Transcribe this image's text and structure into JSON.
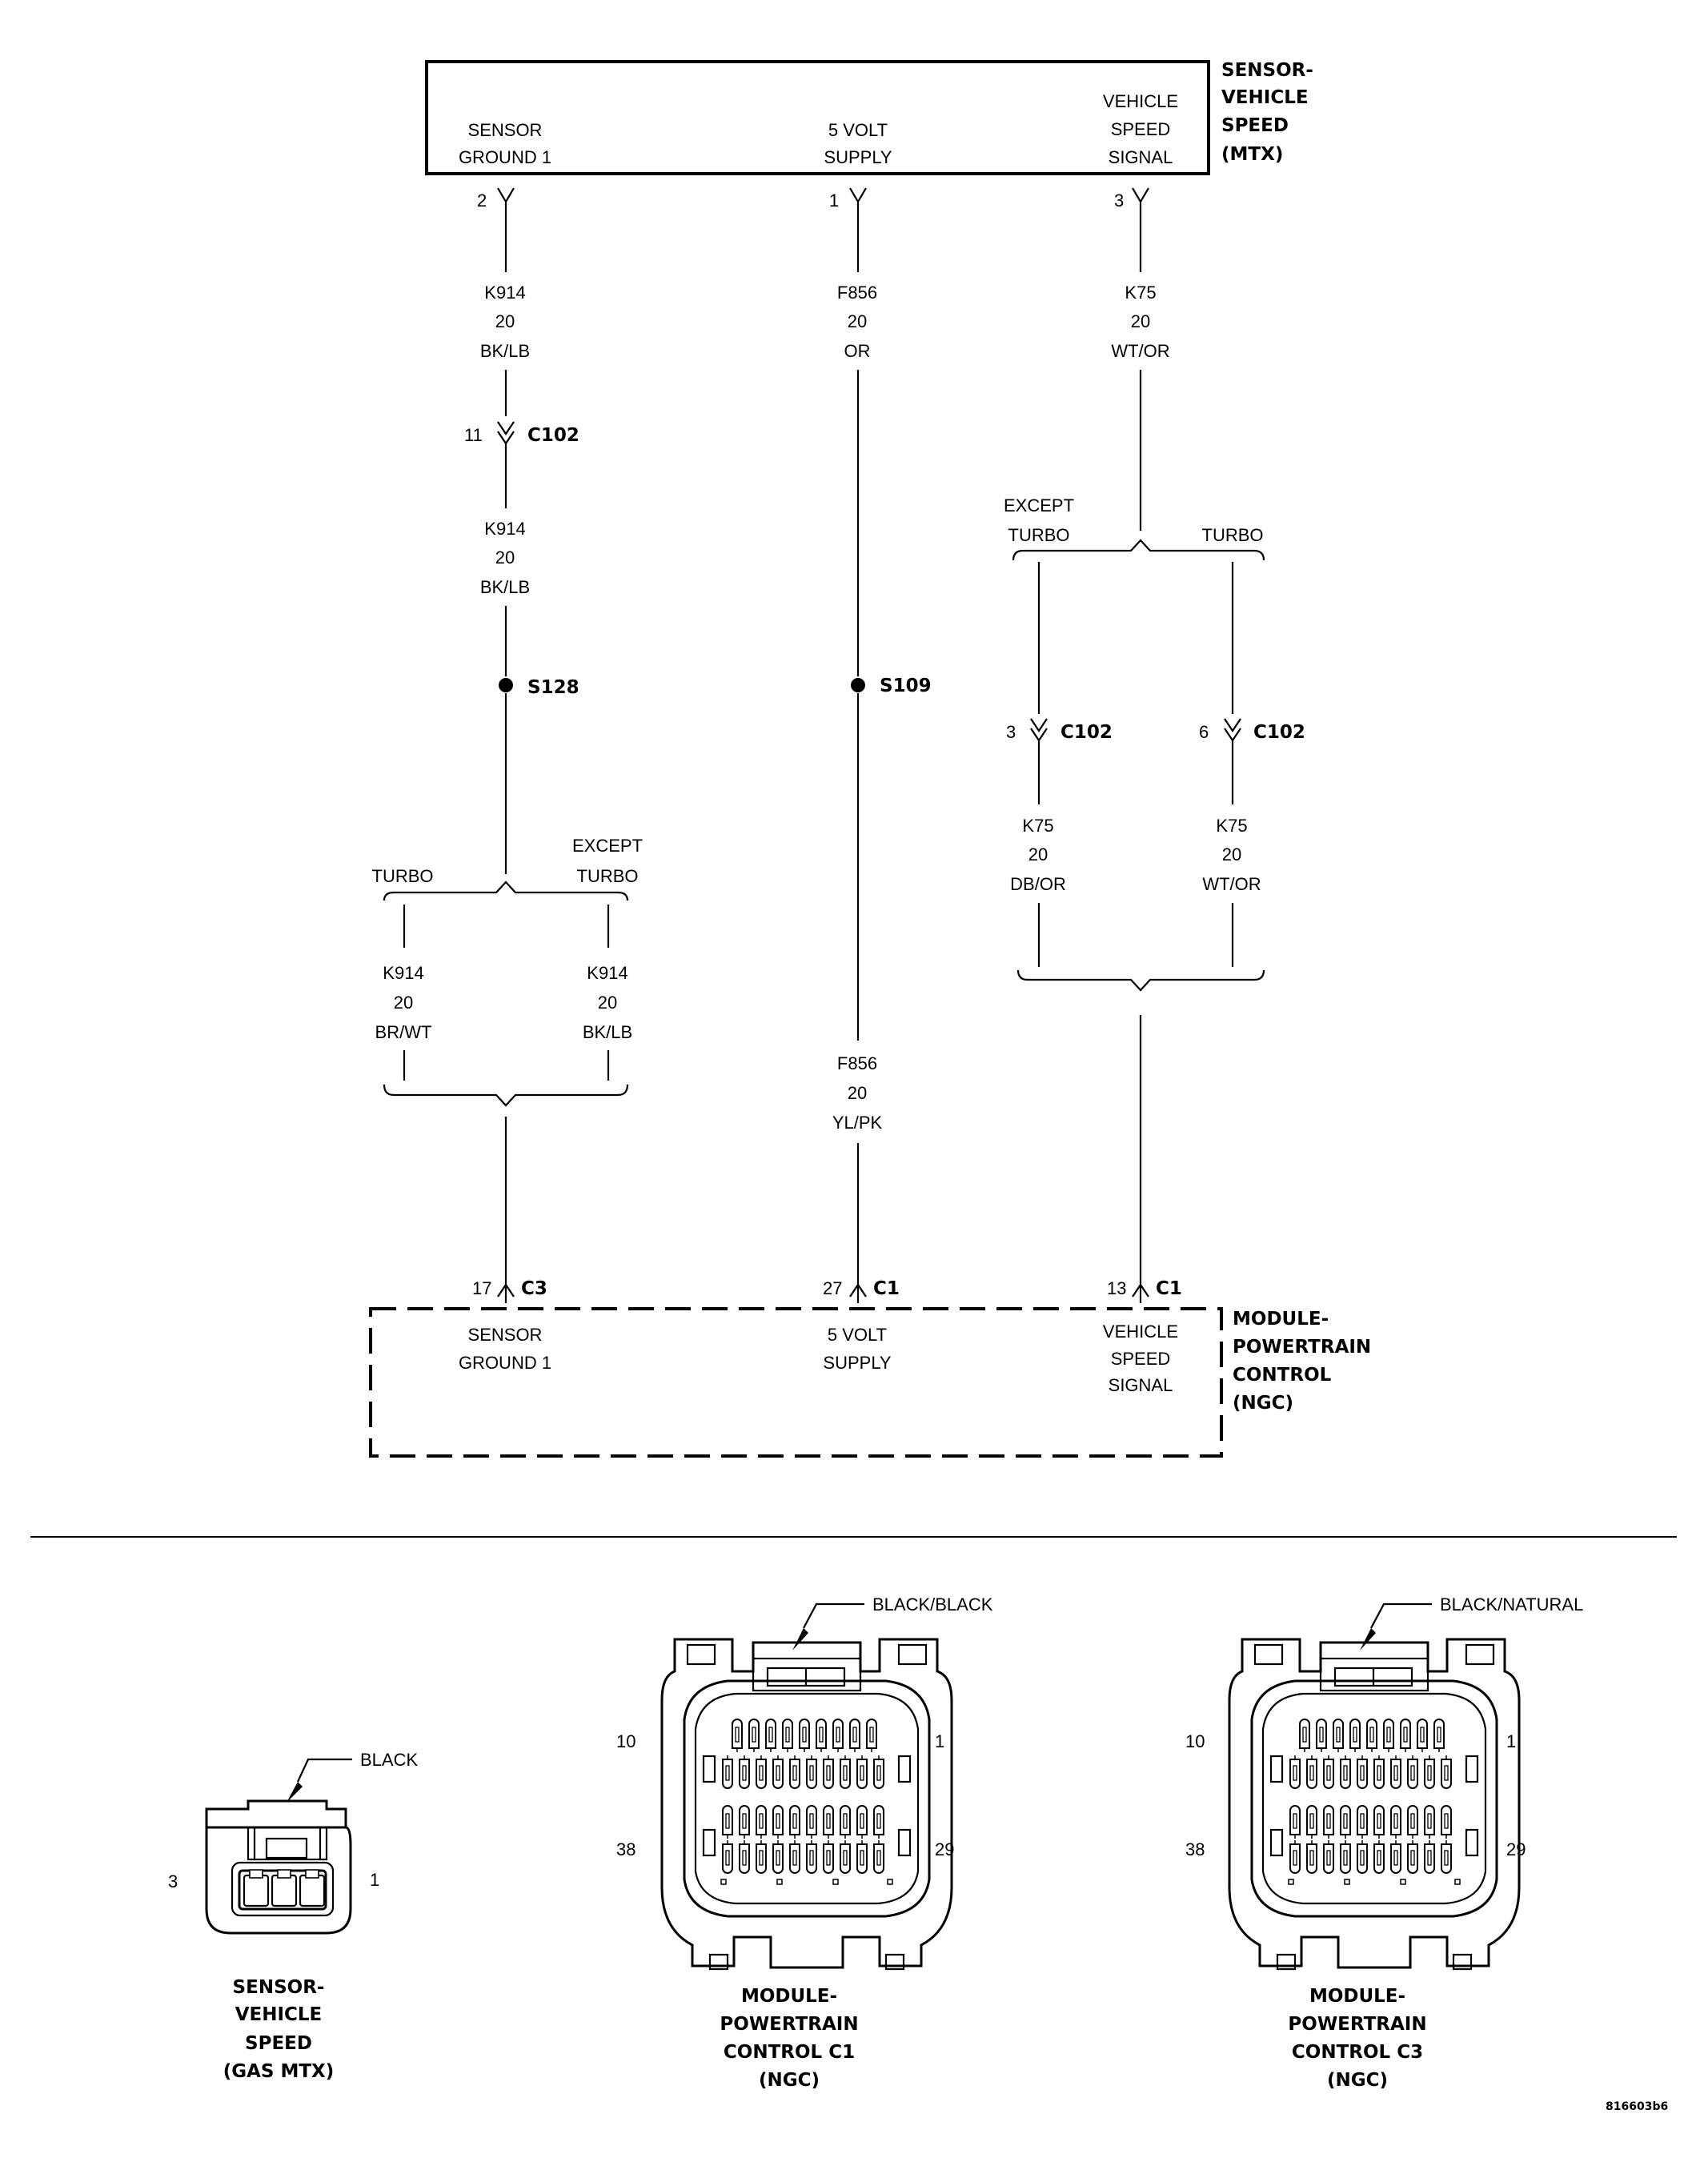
{
  "sensor_component": {
    "title_lines": [
      "SENSOR-",
      "VEHICLE",
      "SPEED",
      "(MTX)"
    ],
    "pins": {
      "ground": {
        "label_lines": [
          "SENSOR",
          "GROUND 1"
        ],
        "pin": "2"
      },
      "supply": {
        "label_lines": [
          "5 VOLT",
          "SUPPLY"
        ],
        "pin": "1"
      },
      "signal": {
        "label_lines": [
          "VEHICLE",
          "SPEED",
          "SIGNAL"
        ],
        "pin": "3"
      }
    }
  },
  "circuits": {
    "ground_top": {
      "circuit": "K914",
      "gauge": "20",
      "color": "BK/LB"
    },
    "ground_mid": {
      "circuit": "K914",
      "gauge": "20",
      "color": "BK/LB"
    },
    "ground_turbo": {
      "circuit": "K914",
      "gauge": "20",
      "color": "BR/WT"
    },
    "ground_except": {
      "circuit": "K914",
      "gauge": "20",
      "color": "BK/LB"
    },
    "supply_top": {
      "circuit": "F856",
      "gauge": "20",
      "color": "OR"
    },
    "supply_bottom": {
      "circuit": "F856",
      "gauge": "20",
      "color": "YL/PK"
    },
    "signal_top": {
      "circuit": "K75",
      "gauge": "20",
      "color": "WT/OR"
    },
    "signal_except": {
      "circuit": "K75",
      "gauge": "20",
      "color": "DB/OR"
    },
    "signal_turbo": {
      "circuit": "K75",
      "gauge": "20",
      "color": "WT/OR"
    }
  },
  "connectors": {
    "ground_c102": {
      "pin": "11",
      "name": "C102"
    },
    "signal_except_c102": {
      "pin": "3",
      "name": "C102"
    },
    "signal_turbo_c102": {
      "pin": "6",
      "name": "C102"
    },
    "pcm_ground": {
      "pin": "17",
      "name": "C3"
    },
    "pcm_supply": {
      "pin": "27",
      "name": "C1"
    },
    "pcm_signal": {
      "pin": "13",
      "name": "C1"
    }
  },
  "splices": {
    "ground": "S128",
    "supply": "S109"
  },
  "branches": {
    "ground": {
      "left": "TURBO",
      "right_lines": [
        "EXCEPT",
        "TURBO"
      ]
    },
    "signal": {
      "left_lines": [
        "EXCEPT",
        "TURBO"
      ],
      "right": "TURBO"
    }
  },
  "pcm_component": {
    "title_lines": [
      "MODULE-",
      "POWERTRAIN",
      "CONTROL",
      "(NGC)"
    ],
    "pins": {
      "ground": {
        "label_lines": [
          "SENSOR",
          "GROUND 1"
        ]
      },
      "supply": {
        "label_lines": [
          "5 VOLT",
          "SUPPLY"
        ]
      },
      "signal": {
        "label_lines": [
          "VEHICLE",
          "SPEED",
          "SIGNAL"
        ]
      }
    }
  },
  "connector_views": [
    {
      "color_label": "BLACK",
      "left_pin": "3",
      "right_pin": "1",
      "title_lines": [
        "SENSOR-",
        "VEHICLE",
        "SPEED",
        "(GAS MTX)"
      ]
    },
    {
      "color_label": "BLACK/BLACK",
      "pins": [
        "10",
        "1",
        "38",
        "29"
      ],
      "title_lines": [
        "MODULE-",
        "POWERTRAIN",
        "CONTROL C1",
        "(NGC)"
      ]
    },
    {
      "color_label": "BLACK/NATURAL",
      "pins": [
        "10",
        "1",
        "38",
        "29"
      ],
      "title_lines": [
        "MODULE-",
        "POWERTRAIN",
        "CONTROL C3",
        "(NGC)"
      ]
    }
  ],
  "figure_id": "816603b6"
}
